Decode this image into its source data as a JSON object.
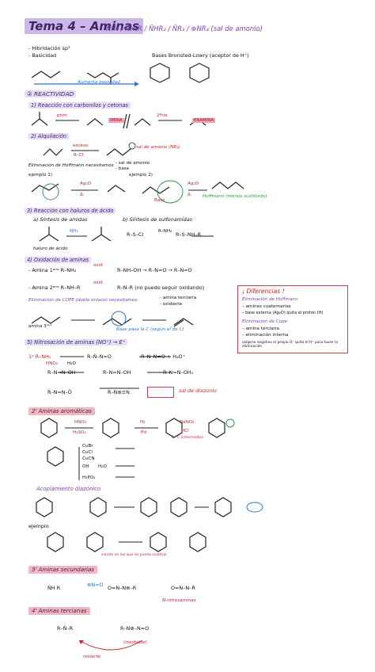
{
  "header": {
    "title": "Tema 4 – Aminas",
    "classes": "N̈H₃ / N̈H₂R / N̈HR₂ / N̈R₃ / ⊕NR₄ (sal de amonio)"
  },
  "intro": {
    "hibridacion": "- Hibridación sp³",
    "basicidad": "- Basicidad",
    "bases_note": "Bases Bronsted-Lowry (aceptor de H⁺)",
    "arrow_note": "Aumenta basicidad"
  },
  "s2": {
    "heading": "② REACTIVIDAD",
    "r1": "1) Reacción con carbonilos y cetonas",
    "prim": "prim",
    "imina": "IMINA",
    "sec": "2ªrio",
    "enamina": "ENAMINA",
    "r2": "2) Alquilación",
    "exceso": "exceso",
    "rcl": "R–Cl",
    "sal": "sal de amonio (NR₄)",
    "hoff": "Eliminación de Hoffmann necesitamos",
    "hoff_req1": "- sal de amonio",
    "hoff_req2": "- base",
    "ej1": "ejemplo 1)",
    "ej2": "ejemplo 2)",
    "ago": "Ag₂O",
    "delta": "Δ",
    "base": "Base",
    "hoff_prod": "Hoffmann (menos sustituido)"
  },
  "s3": {
    "heading": "3) Reacción con haluros de ácido",
    "a": "a) Síntesis de amidas",
    "b": "b) Síntesis de sulfonamidas",
    "nh3": "NH₃",
    "rnh2": "R–NH₂",
    "haluro": "haluro de ácido",
    "sulfonyl": "R–S–Cl",
    "sulfonamida": "R–S–NH–R"
  },
  "s4": {
    "heading": "4) Oxidación de aminas",
    "a1": "- Amina 1ᵃʳⁱᵃ  R–NH₂",
    "oxid": "oxid",
    "a1_steps": "R–NH–OH  →  R–N=O  →  R–N=O",
    "a2": "- Amina 2ᵃʳⁱᵃ  R–NH–R",
    "a2_steps": "R–N–R  (no puedo seguir oxidando)",
    "cope": "Eliminación de COPE (doble enlace) necesitamos",
    "cope_req1": "- amina terciaria",
    "cope_req2": "- oxidante",
    "amina3": "amina 3ᵃʳⁱᵃ",
    "cope_note": "Base pasa la C (según el de C)"
  },
  "diff": {
    "title": "¡ Diferencias !",
    "hoff": "Eliminación de Hoffmann",
    "hoff1": "– aminas cuaternarias",
    "hoff2": "– base externa (Ag₂O) quita el protón (H)",
    "cope": "Eliminación de Cope",
    "cope1": "– amina terciaria",
    "cope2": "– eliminación interna",
    "cope_note": "oxígeno negativo el propio O⁻ quita el H⁺ para hacer la eliminación"
  },
  "s5": {
    "heading": "5) Nitrosación de aminas (NO⁺) → E⁺",
    "primarias": "1ᵃ R–NH₂",
    "hno2": "HNO₂",
    "h2o": "H₂O",
    "sal_diazonio": "sal de diazonio",
    "aromaticas": "2' Aminas aromáticas",
    "hno3": "HNO₃",
    "h2so4": "H₂SO₄",
    "h2": "H₂",
    "pd": "Pd",
    "nano2": "NaNO₂",
    "hcl": "HCl",
    "intermedio": "0 °C (intermedio)",
    "sust": [
      "CuBr",
      "CuCl",
      "CuCN",
      "OH",
      "H₂O",
      "H₃PO₂"
    ],
    "acop": "Acoplamiento diazónico",
    "ejemplo": "ejemplo",
    "acop_note": "siendo en los que se pueda sustituir",
    "secundarias": "3' Aminas secundarias",
    "nitroso": "N-nitrosaminas",
    "terciarias": "4' Aminas terciarias",
    "inestable": "(inestable)",
    "revierte": "revierte"
  },
  "colors": {
    "purple": "#cdb7e8",
    "pink": "#f4b4c4",
    "red": "#c8262d",
    "blue": "#2a73d6",
    "green": "#2e9a4a"
  }
}
